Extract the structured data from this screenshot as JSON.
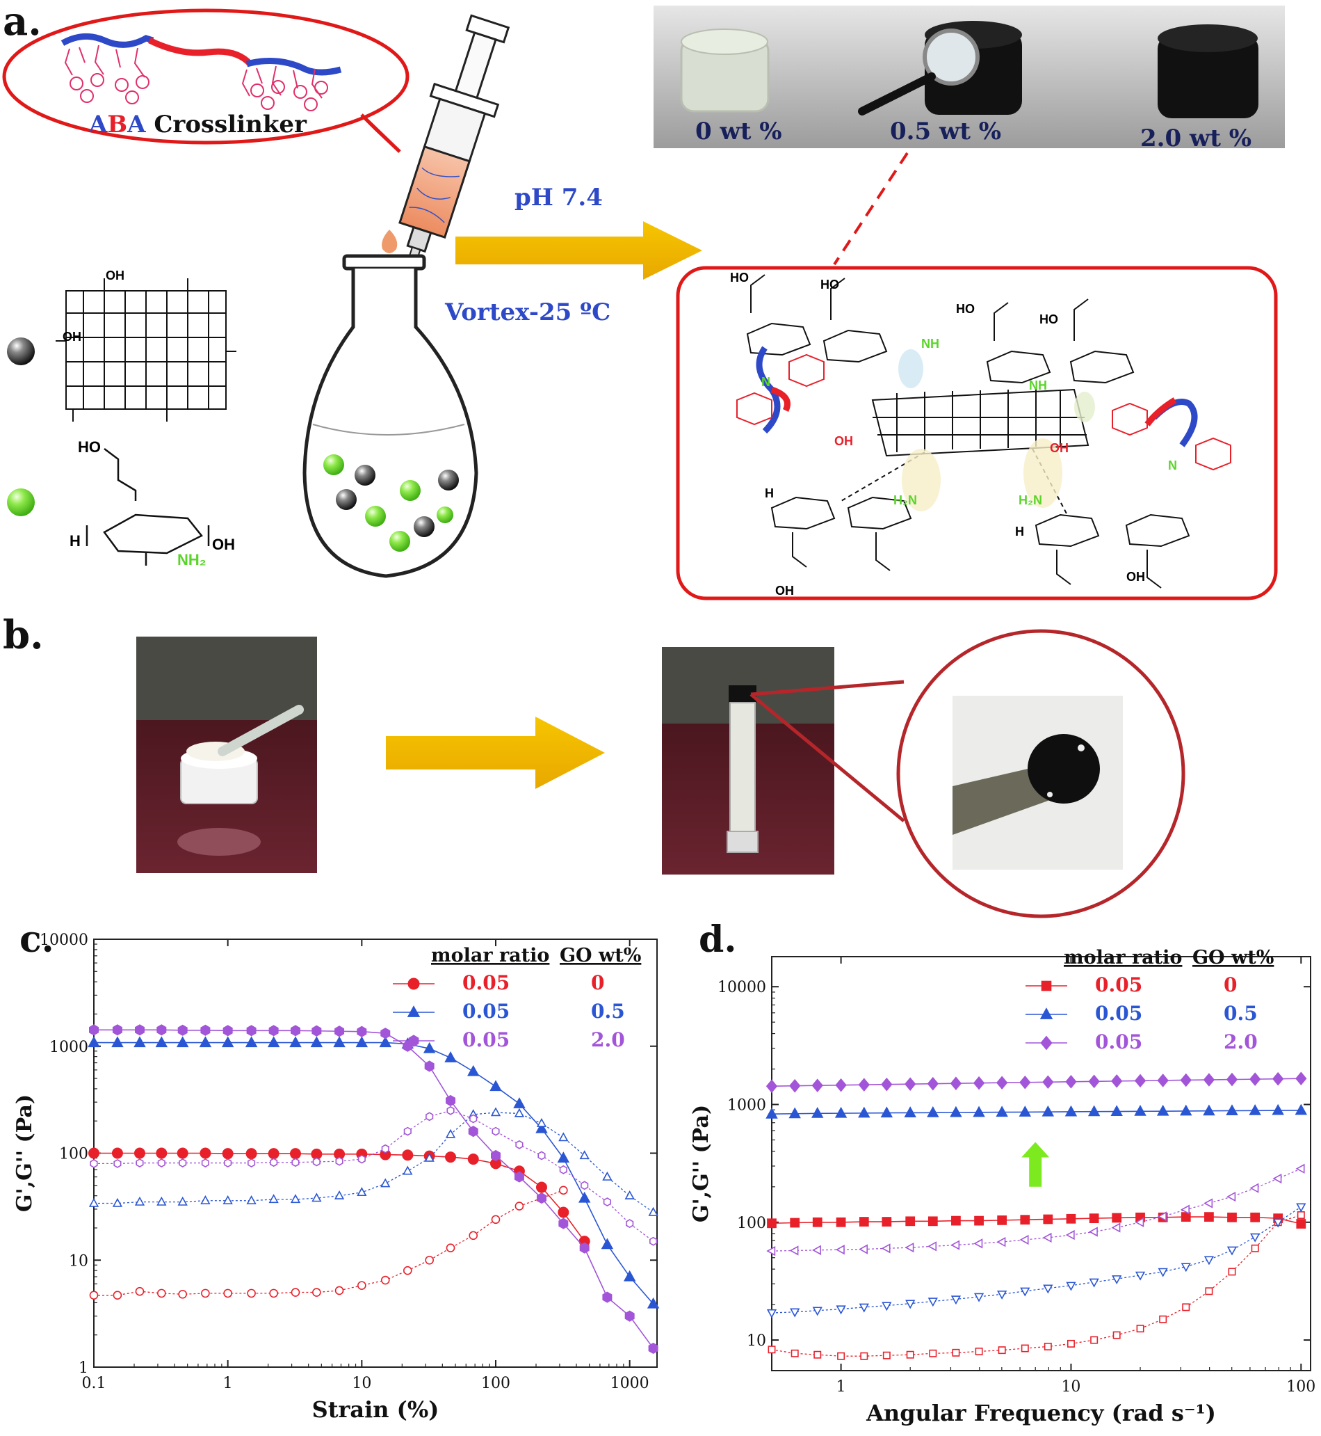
{
  "panel_a": {
    "letter": "a.",
    "crosslinker": {
      "label_a1": "A",
      "label_b": "B",
      "label_a2": "A",
      "label_rest": " Crosslinker"
    },
    "condition_ph": "pH  7.4",
    "condition_vortex": "Vortex-25 ºC",
    "photo_labels": [
      "0 wt %",
      "0.5 wt %",
      "2.0 wt %"
    ],
    "go_groups": {
      "cooh": "OH",
      "oh": "OH"
    },
    "chitosan": {
      "ho": "HO",
      "h": "H",
      "oh": "OH",
      "nh2": "NH₂"
    },
    "network": {
      "ho": "HO",
      "oh": "OH",
      "nh": "NH",
      "h2n": "H₂N",
      "n": "N",
      "h": "H"
    }
  },
  "panel_b": {
    "letter": "b."
  },
  "chart_data": [
    {
      "panel": "c.",
      "type": "scatter",
      "xscale": "log",
      "yscale": "log",
      "xlabel": "Strain (%)",
      "ylabel": "G',G'' (Pa)",
      "xlim": [
        0.1,
        1600
      ],
      "ylim": [
        1,
        10000
      ],
      "xticks": [
        "0.1",
        "1",
        "10",
        "100",
        "1000"
      ],
      "yticks": [
        "1",
        "10",
        "100",
        "1000",
        "10000"
      ],
      "legend_header": [
        "molar ratio",
        "GO wt%"
      ],
      "legend": [
        {
          "ratio": "0.05",
          "go": "0",
          "color": "#e8202a",
          "marker": "circle"
        },
        {
          "ratio": "0.05",
          "go": "0.5",
          "color": "#2a56d4",
          "marker": "triangle-up"
        },
        {
          "ratio": "0.05",
          "go": "2.0",
          "color": "#a255d8",
          "marker": "hexagon"
        }
      ],
      "x": [
        0.1,
        0.15,
        0.22,
        0.32,
        0.46,
        0.68,
        1,
        1.5,
        2.2,
        3.2,
        4.6,
        6.8,
        10,
        15,
        22,
        32,
        46,
        68,
        100,
        150,
        220,
        320,
        460,
        680,
        1000,
        1500
      ],
      "series": [
        {
          "color": "#e8202a",
          "marker": "circle",
          "filled": true,
          "values": [
            100,
            100,
            100,
            100,
            100,
            100,
            99,
            99,
            99,
            99,
            98,
            98,
            98,
            97,
            96,
            94,
            92,
            88,
            80,
            68,
            48,
            28,
            15,
            null,
            null,
            null
          ]
        },
        {
          "color": "#e8202a",
          "marker": "circle",
          "filled": false,
          "values": [
            4.7,
            4.7,
            5.1,
            4.9,
            4.8,
            4.9,
            4.9,
            4.9,
            4.9,
            5.0,
            5.0,
            5.2,
            5.8,
            6.5,
            8,
            10,
            13,
            17,
            24,
            32,
            38,
            45,
            null,
            null,
            null,
            null
          ]
        },
        {
          "color": "#2a56d4",
          "marker": "triangle-up",
          "filled": true,
          "values": [
            1080,
            1080,
            1080,
            1080,
            1080,
            1080,
            1080,
            1080,
            1080,
            1080,
            1080,
            1080,
            1080,
            1080,
            1050,
            950,
            780,
            580,
            420,
            290,
            170,
            90,
            38,
            14,
            7,
            3.9
          ]
        },
        {
          "color": "#2a56d4",
          "marker": "triangle-up",
          "filled": false,
          "values": [
            34,
            34,
            35,
            35,
            35,
            36,
            36,
            36,
            37,
            37,
            38,
            40,
            43,
            52,
            68,
            90,
            150,
            230,
            240,
            235,
            190,
            140,
            95,
            60,
            40,
            28
          ]
        },
        {
          "color": "#a255d8",
          "marker": "hexagon",
          "filled": true,
          "values": [
            1420,
            1420,
            1420,
            1420,
            1410,
            1410,
            1400,
            1400,
            1400,
            1400,
            1390,
            1380,
            1370,
            1320,
            1000,
            650,
            310,
            160,
            95,
            60,
            38,
            22,
            13,
            4.5,
            3.0,
            1.5
          ]
        },
        {
          "color": "#a255d8",
          "marker": "hexagon",
          "filled": false,
          "values": [
            80,
            80,
            81,
            81,
            81,
            81,
            81,
            81,
            82,
            82,
            83,
            84,
            88,
            110,
            160,
            220,
            250,
            210,
            160,
            120,
            95,
            70,
            50,
            35,
            22,
            15
          ]
        }
      ]
    },
    {
      "panel": "d.",
      "type": "scatter",
      "xscale": "log",
      "yscale": "log",
      "xlabel": "Angular Frequency (rad s⁻¹)",
      "ylabel": "G',G'' (Pa)",
      "xlim": [
        0.5,
        110
      ],
      "ylim": [
        5.5,
        18000
      ],
      "xticks": [
        "1",
        "10",
        "100"
      ],
      "yticks": [
        "10",
        "100",
        "1000",
        "10000"
      ],
      "legend_header": [
        "molar ratio",
        "GO wt%"
      ],
      "legend": [
        {
          "ratio": "0.05",
          "go": "0",
          "color": "#e8202a",
          "marker": "square"
        },
        {
          "ratio": "0.05",
          "go": "0.5",
          "color": "#2a56d4",
          "marker": "triangle-up"
        },
        {
          "ratio": "0.05",
          "go": "2.0",
          "color": "#a255d8",
          "marker": "diamond"
        }
      ],
      "x": [
        0.5,
        0.63,
        0.79,
        1.0,
        1.26,
        1.58,
        2.0,
        2.51,
        3.16,
        3.98,
        5.01,
        6.31,
        7.94,
        10,
        12.6,
        15.8,
        20,
        25.1,
        31.6,
        39.8,
        50.1,
        63.1,
        79.4,
        100
      ],
      "series": [
        {
          "color": "#e8202a",
          "marker": "square",
          "filled": true,
          "values": [
            98,
            99,
            100,
            100,
            101,
            101,
            102,
            102,
            103,
            103,
            104,
            105,
            106,
            107,
            108,
            109,
            110,
            110,
            111,
            111,
            110,
            110,
            108,
            97
          ]
        },
        {
          "color": "#e8202a",
          "marker": "square",
          "filled": false,
          "values": [
            8.3,
            7.7,
            7.5,
            7.3,
            7.3,
            7.4,
            7.5,
            7.7,
            7.8,
            8.0,
            8.2,
            8.5,
            8.8,
            9.3,
            10,
            11,
            12.5,
            15,
            19,
            26,
            38,
            60,
            100,
            115
          ]
        },
        {
          "color": "#2a56d4",
          "marker": "triangle-up",
          "filled": true,
          "values": [
            830,
            835,
            840,
            842,
            845,
            848,
            850,
            852,
            855,
            857,
            860,
            862,
            865,
            867,
            870,
            872,
            875,
            877,
            880,
            882,
            885,
            887,
            890,
            892
          ]
        },
        {
          "color": "#2a56d4",
          "marker": "triangle-down",
          "filled": false,
          "values": [
            17,
            17.3,
            17.8,
            18.3,
            19,
            19.6,
            20.4,
            21.3,
            22.2,
            23.3,
            24.5,
            26,
            27.5,
            29,
            31,
            33,
            35.5,
            38,
            42,
            48,
            58,
            75,
            100,
            135
          ]
        },
        {
          "color": "#a255d8",
          "marker": "diamond",
          "filled": true,
          "values": [
            1430,
            1440,
            1450,
            1460,
            1470,
            1480,
            1490,
            1500,
            1510,
            1520,
            1530,
            1540,
            1550,
            1560,
            1570,
            1580,
            1590,
            1600,
            1610,
            1620,
            1630,
            1640,
            1650,
            1660
          ]
        },
        {
          "color": "#a255d8",
          "marker": "triangle-left",
          "filled": false,
          "values": [
            57,
            57.5,
            58,
            58.5,
            59,
            60,
            61,
            62.5,
            64,
            66,
            68,
            71,
            74,
            78,
            83,
            90,
            100,
            112,
            128,
            145,
            165,
            195,
            235,
            285
          ]
        }
      ]
    }
  ]
}
